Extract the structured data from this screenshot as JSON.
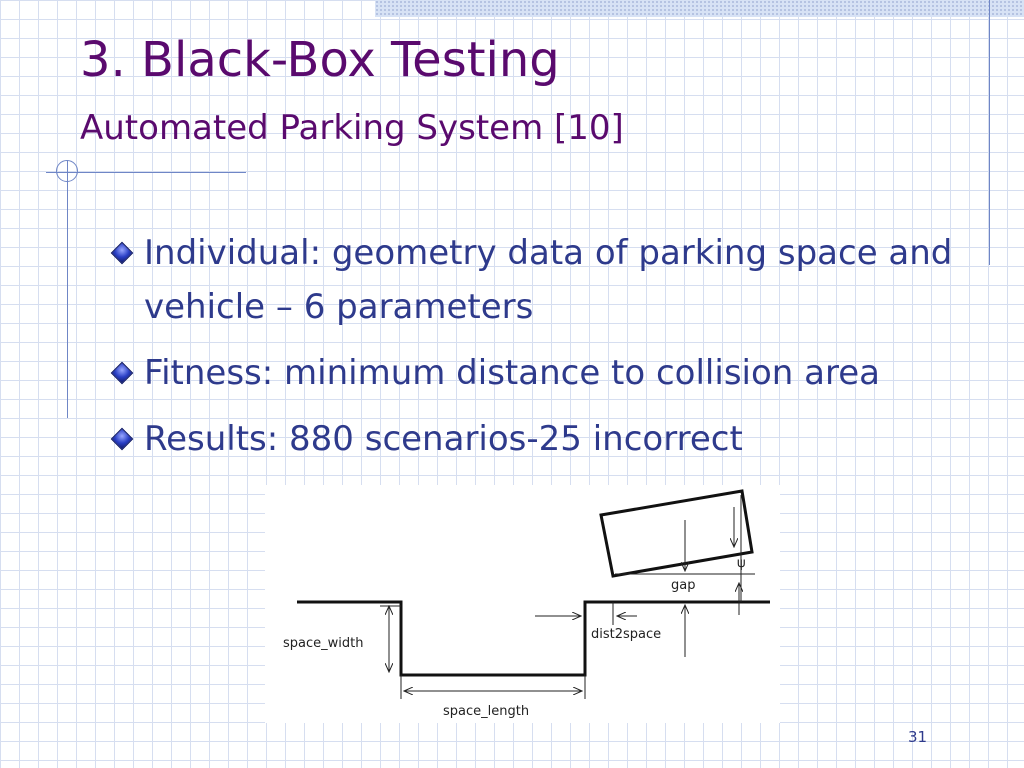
{
  "slide": {
    "title": "3. Black-Box Testing",
    "subtitle": "Automated Parking System [10]",
    "bullets": [
      "Individual:  geometry data of parking space and vehicle – 6 parameters",
      "Fitness: minimum distance to collision area",
      "Results: 880 scenarios-25 incorrect"
    ],
    "page_number": "31"
  },
  "figure": {
    "labels": {
      "space_width": "space_width",
      "space_length": "space_length",
      "dist2space": "dist2space",
      "gap": "gap",
      "psi": "ψ"
    }
  },
  "colors": {
    "title": "#5a0a6e",
    "body_text": "#2e3a8c",
    "grid": "#d6def0",
    "accent_line": "#6f86c6"
  },
  "icons": {
    "bullet": "diamond-bullet-icon"
  }
}
